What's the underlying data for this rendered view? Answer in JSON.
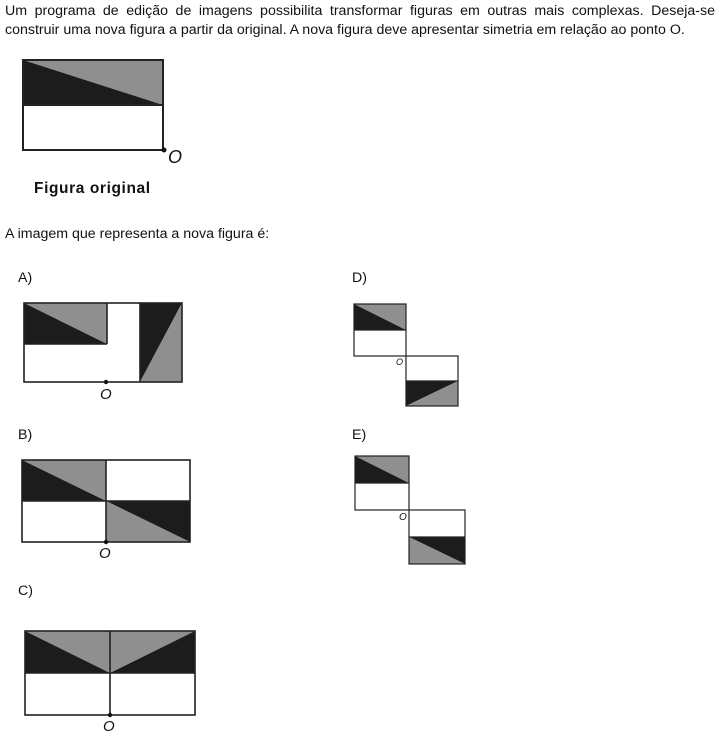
{
  "intro_text": "Um programa de edição de imagens possibilita transformar figuras em outras mais complexas. Deseja-se construir uma nova figura a partir da original. A nova figura deve apresentar simetria em relação ao ponto O.",
  "original_caption": "Figura original",
  "question_text": "A imagem que representa a nova figura é:",
  "point_label": "O",
  "options": [
    {
      "letter": "A)"
    },
    {
      "letter": "B)"
    },
    {
      "letter": "C)"
    },
    {
      "letter": "D)"
    },
    {
      "letter": "E)"
    }
  ],
  "colors": {
    "dark": "#1c1c1c",
    "gray": "#8f8f8f",
    "stroke": "#222222"
  }
}
